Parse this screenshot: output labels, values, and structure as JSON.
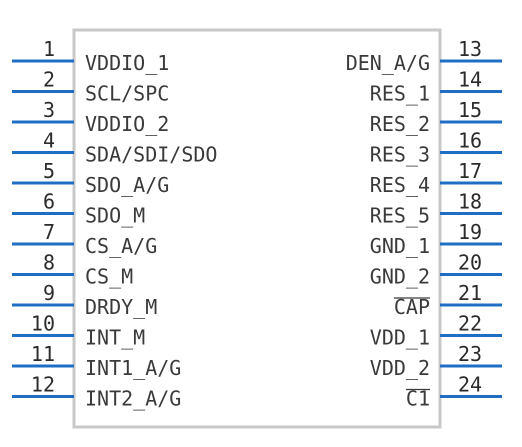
{
  "component": {
    "left_pins": [
      {
        "number": "1",
        "label": "VDDIO_1"
      },
      {
        "number": "2",
        "label": "SCL/SPC"
      },
      {
        "number": "3",
        "label": "VDDIO_2"
      },
      {
        "number": "4",
        "label": "SDA/SDI/SDO"
      },
      {
        "number": "5",
        "label": "SDO_A/G"
      },
      {
        "number": "6",
        "label": "SDO_M"
      },
      {
        "number": "7",
        "label": "CS_A/G"
      },
      {
        "number": "8",
        "label": "CS_M"
      },
      {
        "number": "9",
        "label": "DRDY_M"
      },
      {
        "number": "10",
        "label": "INT_M"
      },
      {
        "number": "11",
        "label": "INT1_A/G"
      },
      {
        "number": "12",
        "label": "INT2_A/G"
      }
    ],
    "right_pins": [
      {
        "number": "13",
        "label": "DEN_A/G"
      },
      {
        "number": "14",
        "label": "RES_1"
      },
      {
        "number": "15",
        "label": "RES_2"
      },
      {
        "number": "16",
        "label": "RES_3"
      },
      {
        "number": "17",
        "label": "RES_4"
      },
      {
        "number": "18",
        "label": "RES_5"
      },
      {
        "number": "19",
        "label": "GND_1"
      },
      {
        "number": "20",
        "label": "GND_2"
      },
      {
        "number": "21",
        "label": "CAP",
        "overline": true
      },
      {
        "number": "22",
        "label": "VDD_1"
      },
      {
        "number": "23",
        "label": "VDD_2"
      },
      {
        "number": "24",
        "label": "C1",
        "overline": true
      }
    ],
    "colors": {
      "pin": "#1e6fc4",
      "body_outline": "#c8c8c8",
      "text": "#3a3a3a"
    }
  }
}
